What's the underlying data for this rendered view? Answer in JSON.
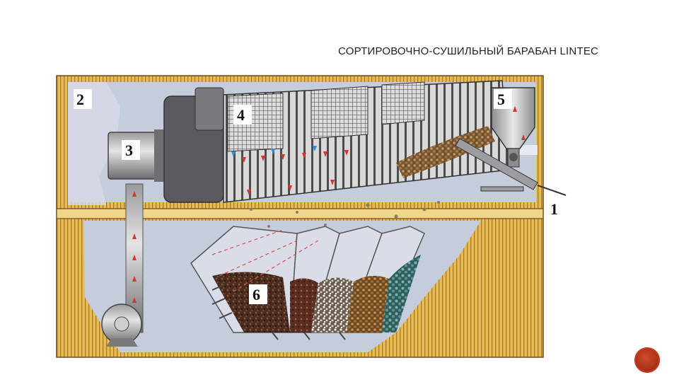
{
  "page": {
    "title": "СОРТИРОВОЧНО-СУШИЛЬНЫЙ БАРАБАН LINTEC"
  },
  "diagram": {
    "labels": [
      "1",
      "2",
      "3",
      "4",
      "5",
      "6"
    ]
  },
  "colors": {
    "wall": "#e5b94e",
    "wall_line": "#a8782a",
    "interior": "#c4ccdb",
    "drum_grey": "#6f6f72",
    "flame": "#f7a21e",
    "arrow": "#d5362c"
  }
}
